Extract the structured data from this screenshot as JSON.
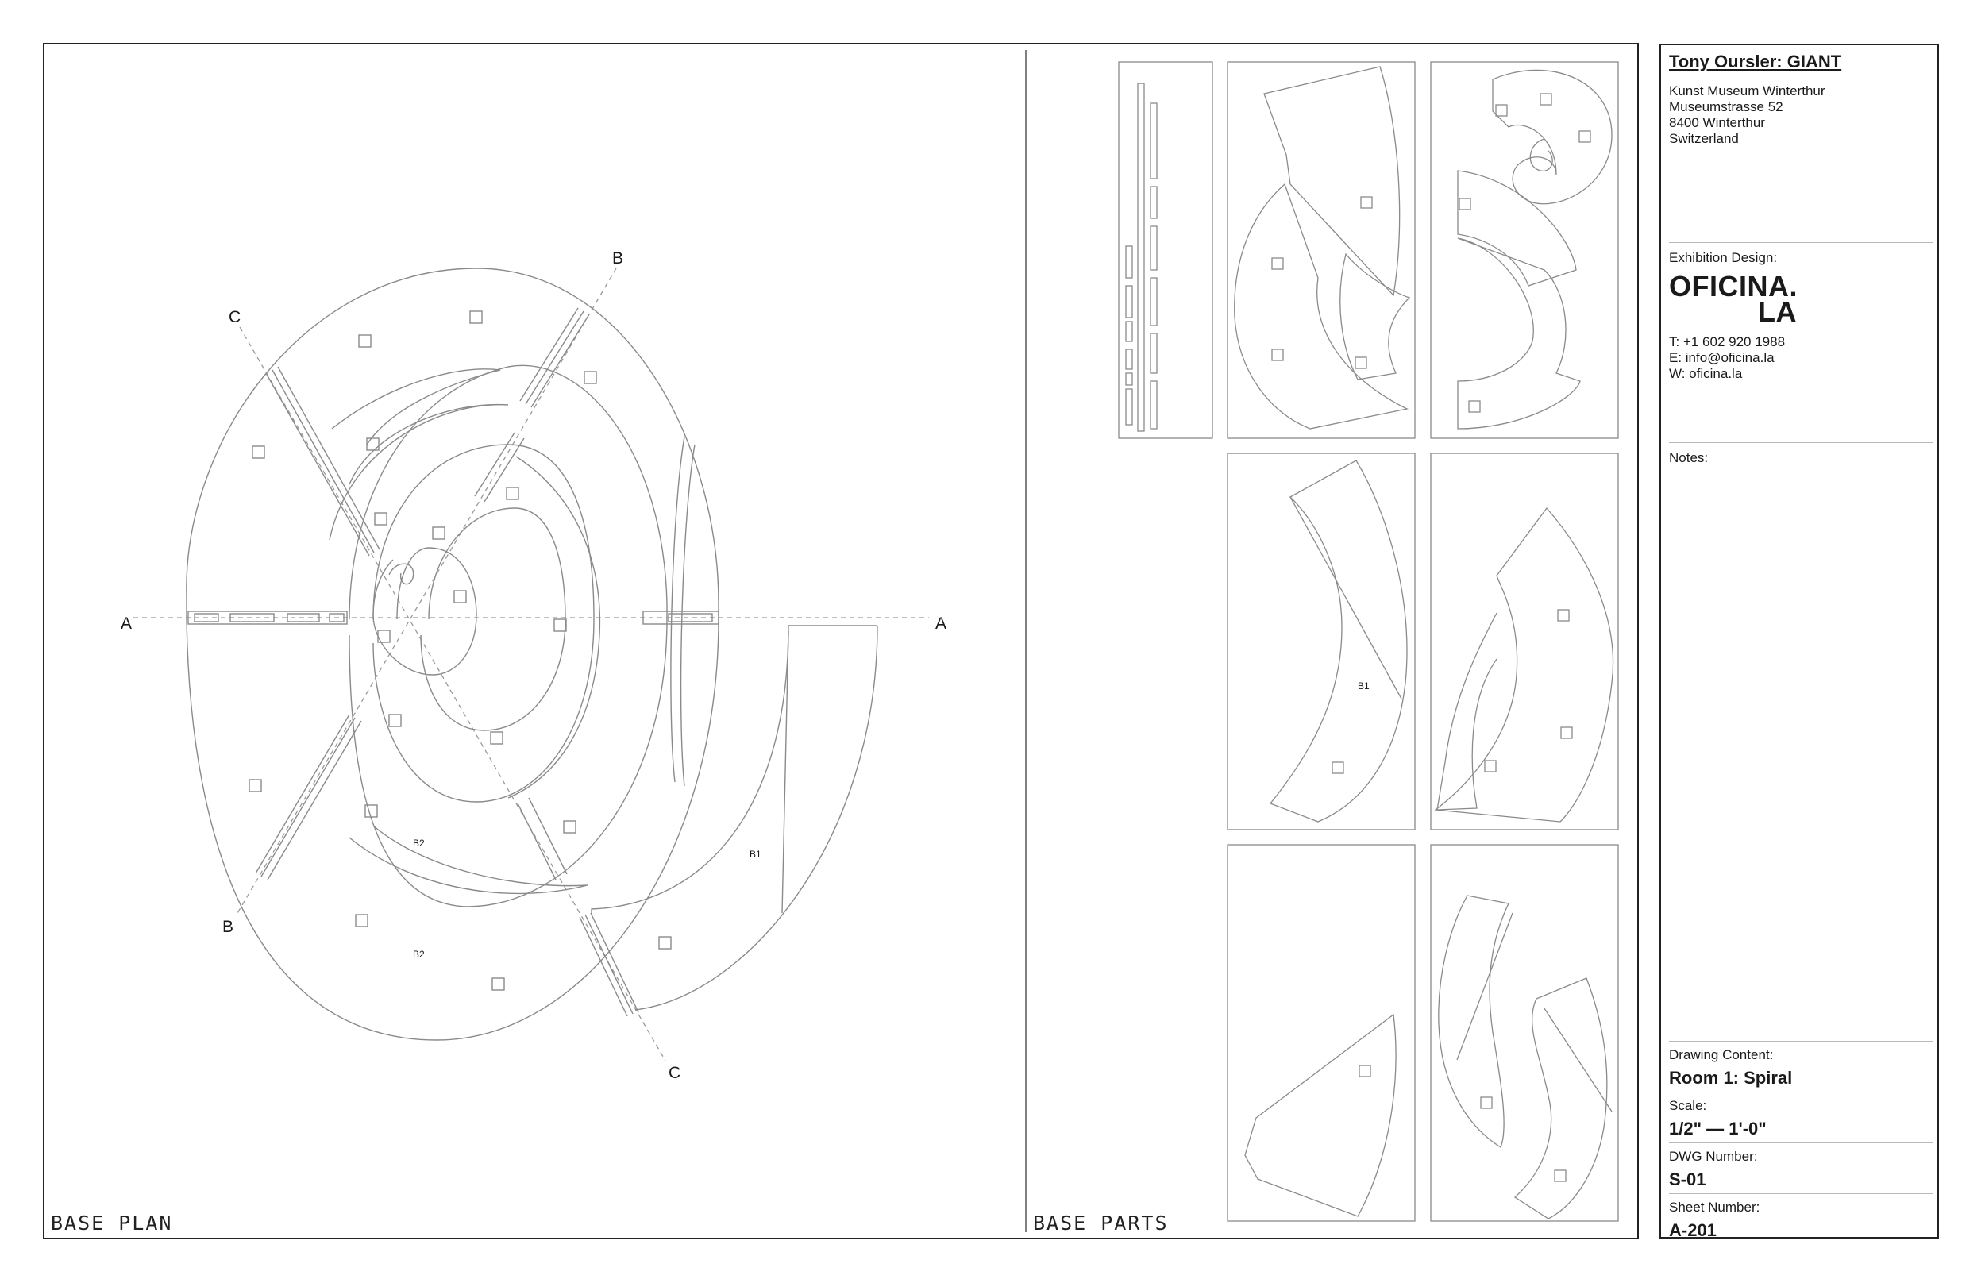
{
  "plan": {
    "title": "BASE PLAN",
    "section_labels": {
      "a_left": "A",
      "a_right": "A",
      "b_top": "B",
      "b_bottom": "B",
      "c_top": "C",
      "c_bottom": "C"
    },
    "piece_labels": [
      "B2",
      "B2",
      "B1"
    ]
  },
  "parts": {
    "title": "BASE PARTS",
    "piece_label": "B1"
  },
  "title_block": {
    "project": "Tony Oursler: GIANT",
    "address": [
      "Kunst Museum Winterthur",
      "Museumstrasse 52",
      "8400 Winterthur",
      "Switzerland"
    ],
    "exhibition_design_label": "Exhibition Design:",
    "logo_line1": "OFICINA.",
    "logo_line2": "LA",
    "contact": [
      "T: +1 602 920 1988",
      "E: info@oficina.la",
      "W: oficina.la"
    ],
    "notes_label": "Notes:",
    "drawing_content_label": "Drawing Content:",
    "drawing_content": "Room 1: Spiral",
    "scale_label": "Scale:",
    "scale": "1/2\" — 1'-0\"",
    "dwg_number_label": "DWG Number:",
    "dwg_number": "S-01",
    "sheet_number_label": "Sheet Number:",
    "sheet_number": "A-201"
  },
  "colors": {
    "frame": "#222222",
    "linework": "#8a8a8a",
    "dash": "#999999"
  }
}
